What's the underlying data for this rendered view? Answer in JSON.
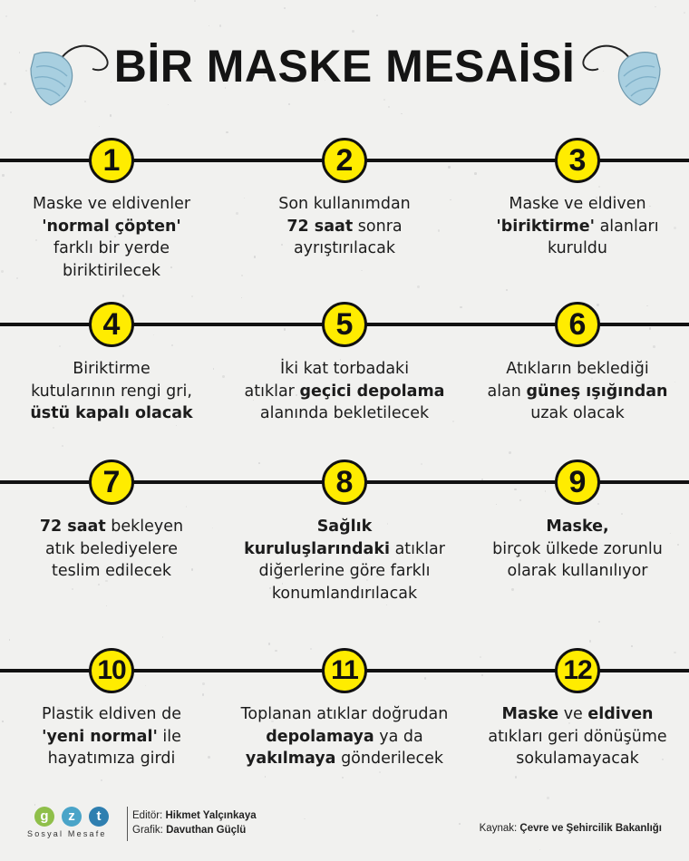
{
  "title": "BİR MASKE MESAİSİ",
  "colors": {
    "badge": "#ffec00",
    "line": "#111111",
    "background": "#f1f1ef",
    "mask": "#a8cfe0"
  },
  "items": [
    {
      "number": "1",
      "parts": [
        [
          "Maske ve eldivenler",
          false
        ],
        [
          "\n",
          false
        ],
        [
          "'normal çöpten'",
          true
        ],
        [
          "\nfarklı bir yerde\nbiriktirilecek",
          false
        ]
      ]
    },
    {
      "number": "2",
      "parts": [
        [
          "Son kullanımdan\n",
          false
        ],
        [
          "72 saat",
          true
        ],
        [
          " sonra\nayrıştırılacak",
          false
        ]
      ]
    },
    {
      "number": "3",
      "parts": [
        [
          "Maske ve eldiven\n",
          false
        ],
        [
          "'biriktirme'",
          true
        ],
        [
          " alanları\nkuruldu",
          false
        ]
      ]
    },
    {
      "number": "4",
      "parts": [
        [
          "Biriktirme\nkutularının rengi gri,\n",
          false
        ],
        [
          "üstü kapalı olacak",
          true
        ]
      ]
    },
    {
      "number": "5",
      "parts": [
        [
          "İki kat torbadaki\natıklar ",
          false
        ],
        [
          "geçici depolama",
          true
        ],
        [
          "\nalanında bekletilecek",
          false
        ]
      ]
    },
    {
      "number": "6",
      "parts": [
        [
          "Atıkların beklediği\nalan ",
          false
        ],
        [
          "güneş ışığından",
          true
        ],
        [
          "\nuzak olacak",
          false
        ]
      ]
    },
    {
      "number": "7",
      "parts": [
        [
          "72 saat",
          true
        ],
        [
          " bekleyen\natık belediyelere\nteslim edilecek",
          false
        ]
      ]
    },
    {
      "number": "8",
      "parts": [
        [
          "Sağlık\nkuruluşlarındaki",
          true
        ],
        [
          " atıklar\ndiğerlerine göre farklı\nkonumlandırılacak",
          false
        ]
      ]
    },
    {
      "number": "9",
      "parts": [
        [
          "Maske,",
          true
        ],
        [
          "\nbirçok ülkede zorunlu\nolarak kullanılıyor",
          false
        ]
      ]
    },
    {
      "number": "10",
      "parts": [
        [
          "Plastik eldiven de\n",
          false
        ],
        [
          "'yeni normal'",
          true
        ],
        [
          " ile\nhayatımıza girdi",
          false
        ]
      ]
    },
    {
      "number": "11",
      "parts": [
        [
          "Toplanan atıklar doğrudan\n",
          false
        ],
        [
          "depolamaya",
          true
        ],
        [
          " ya da\n",
          false
        ],
        [
          "yakılmaya",
          true
        ],
        [
          " gönderilecek",
          false
        ]
      ]
    },
    {
      "number": "12",
      "parts": [
        [
          "Maske",
          true
        ],
        [
          " ve ",
          false
        ],
        [
          "eldiven",
          true
        ],
        [
          "\natıkları geri dönüşüme\nsokulamayacak",
          false
        ]
      ]
    }
  ],
  "footer": {
    "logo_letters": [
      "g",
      "z",
      "t"
    ],
    "logo_colors": [
      "#8fbf4a",
      "#4aa4c8",
      "#2f7fb0"
    ],
    "logo_subtitle": "Sosyal Mesafe",
    "editor_label": "Editör:",
    "editor_name": "Hikmet Yalçınkaya",
    "graphic_label": "Grafik:",
    "graphic_name": "Davuthan Güçlü",
    "source_label": "Kaynak:",
    "source_name": "Çevre ve Şehircilik Bakanlığı"
  }
}
